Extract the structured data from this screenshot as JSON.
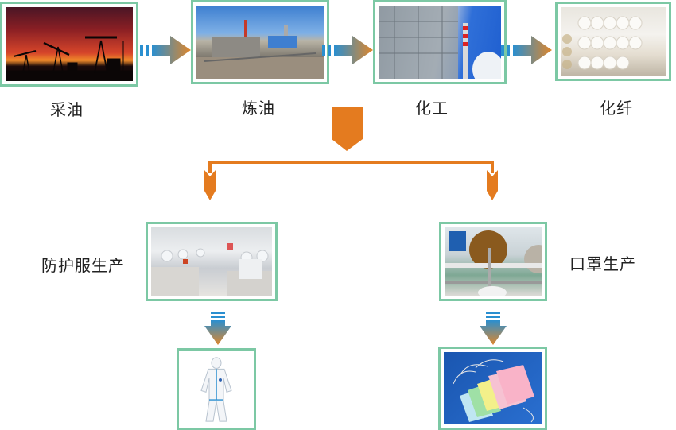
{
  "diagram": {
    "title": "",
    "flow_colors": {
      "frame_border": "#7cc8a4",
      "arrow_orange": "#e47b1f",
      "arrow_blue": "#2a8fd0",
      "arrow_gradient_end": "#e0862a"
    },
    "top_row": [
      {
        "id": "oil-extraction",
        "label": "采油",
        "image": "oil-pumpjacks-sunset"
      },
      {
        "id": "refining",
        "label": "炼油",
        "image": "refinery-plant"
      },
      {
        "id": "chemical",
        "label": "化工",
        "image": "chemical-plant-chimney"
      },
      {
        "id": "chemical-fiber",
        "label": "化纤",
        "image": "nonwoven-fabric-rolls"
      }
    ],
    "branches": [
      {
        "id": "protective-suit",
        "label": "防护服生产",
        "process_image": "protective-suit-factory",
        "product_image": "protective-suit-product"
      },
      {
        "id": "mask",
        "label": "口罩生产",
        "process_image": "mask-production-line",
        "product_image": "surgical-masks-product"
      }
    ]
  }
}
